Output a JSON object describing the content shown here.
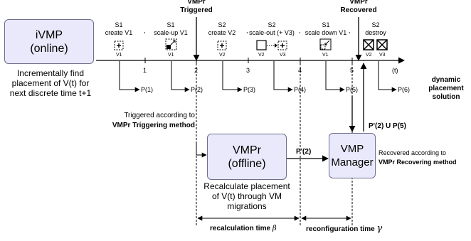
{
  "ivmp_box": {
    "line1": "iVMP",
    "line2": "(online)"
  },
  "ivmp_caption": [
    "Incrementally find",
    "placement of V(t) for",
    "next discrete time t+1"
  ],
  "top_labels": {
    "triggered": [
      "VMPr",
      "Triggered"
    ],
    "recovered": [
      "VMPr",
      "Recovered"
    ]
  },
  "events": [
    {
      "line1": "S1",
      "line2": "create V1",
      "icon_label": "V1"
    },
    {
      "line1": "S1",
      "line2": "scale-up V1",
      "icon_label": "V1"
    },
    {
      "line1": "S2",
      "line2": "create V2",
      "icon_label": "V2"
    },
    {
      "line1": "S2",
      "line2": "scale-out (+ V3)",
      "icon_label_a": "V2",
      "icon_label_b": "V3"
    },
    {
      "line1": "S1",
      "line2": "scale down V1",
      "icon_label": "V1"
    },
    {
      "line1": "S2",
      "line2": "destroy",
      "icon_label_a": "V2",
      "icon_label_b": "V3"
    }
  ],
  "separator": ",",
  "axis": {
    "ticks": [
      "1",
      "2",
      "3",
      "4",
      "5"
    ],
    "unit": "(t)"
  },
  "placements": [
    "P(1)",
    "P(2)",
    "P(3)",
    "P(4)",
    "P(5)",
    "P(6)"
  ],
  "dynamic_label": [
    "dynamic",
    "placement",
    "solution"
  ],
  "triggered_note": {
    "line1": "Triggered according to",
    "line2": "VMPr Triggering method"
  },
  "vmpr_box": {
    "line1": "VMPr",
    "line2": "(offline)"
  },
  "vmpr_caption": [
    "Recalculate placement",
    "of V(t) through VM",
    "migrations"
  ],
  "manager_box": {
    "line1": "VMP",
    "line2": "Manager"
  },
  "recovered_note": {
    "line1": "Recovered according to",
    "line2": "VMPr Recovering method"
  },
  "p_prime": "P'(2)",
  "p_union": "P'(2) U P(5)",
  "recalc": {
    "text": "recalculation time",
    "symbol": "β"
  },
  "reconf": {
    "text": "reconfiguration time",
    "symbol": "γ"
  }
}
